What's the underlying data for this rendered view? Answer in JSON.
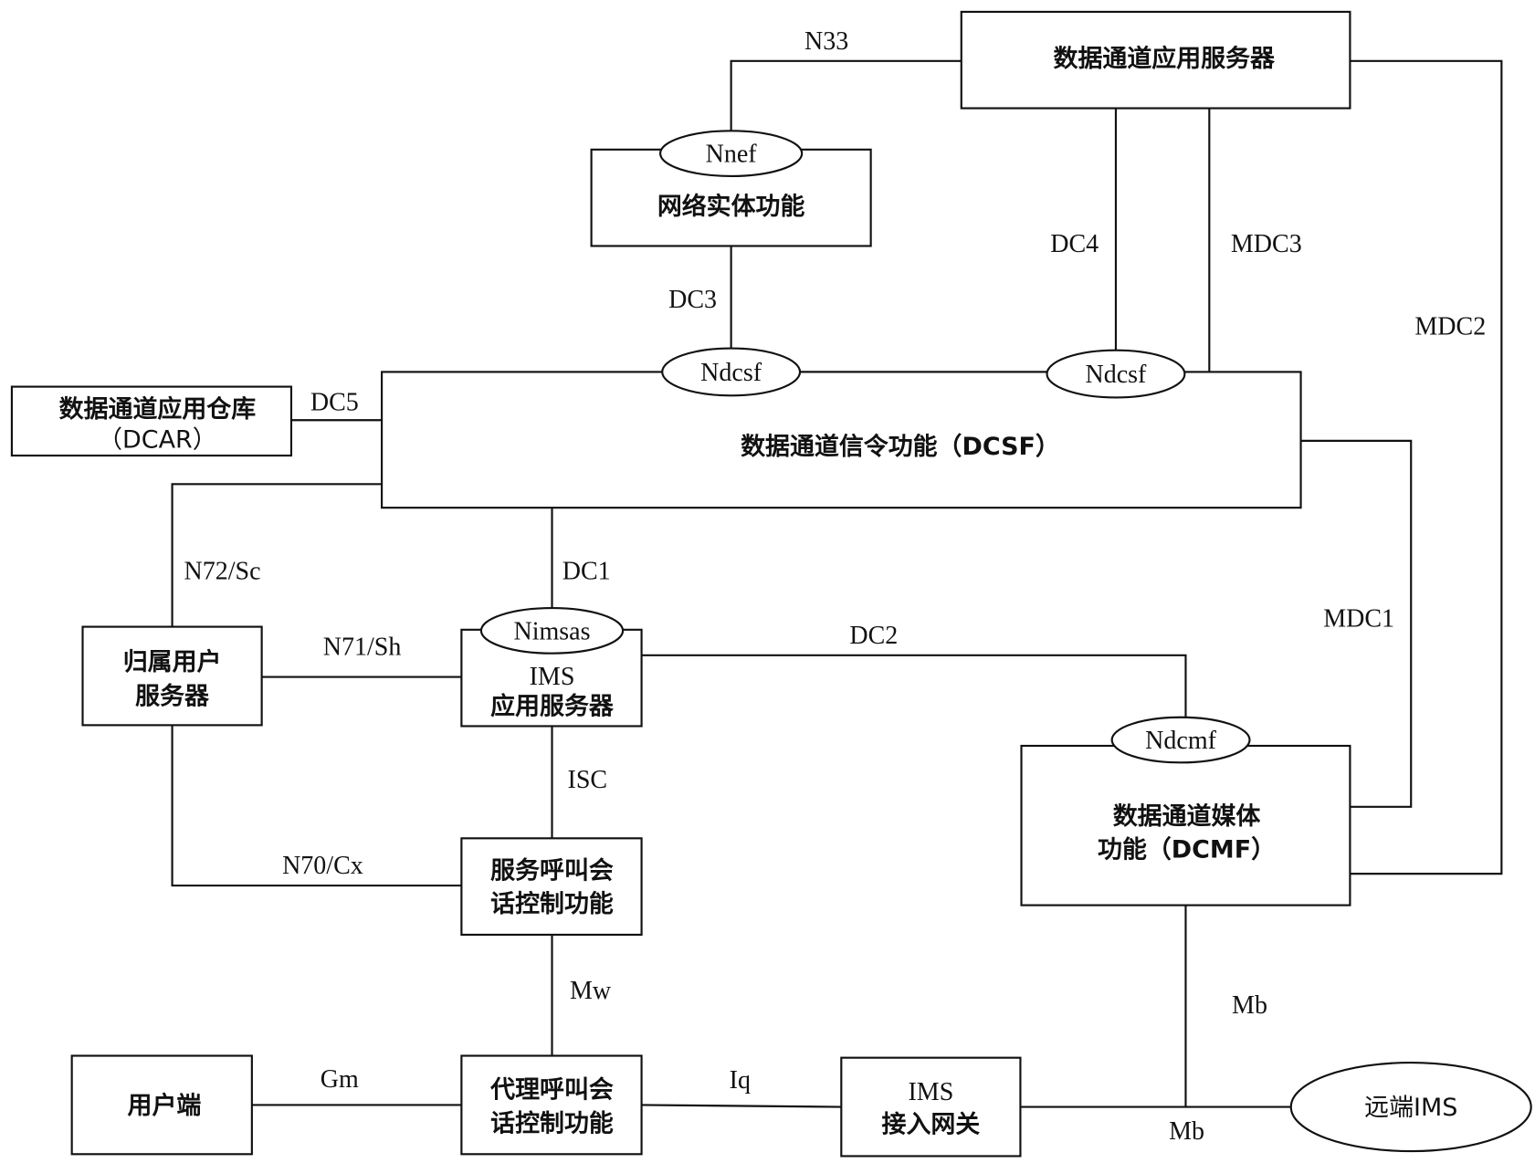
{
  "title": "数据通道 IMS 网络架构示意图",
  "nodes": {
    "dc_app_server": {
      "label": "数据通道应用服务器"
    },
    "nef": {
      "label": "网络实体功能",
      "service_interface": "Nnef"
    },
    "dcar": {
      "line1": "数据通道应用仓库",
      "line2": "（DCAR）"
    },
    "dcsf": {
      "label": "数据通道信令功能（DCSF）",
      "service_interface_left": "Ndcsf",
      "service_interface_right": "Ndcsf"
    },
    "hss": {
      "line1": "归属用户",
      "line2": "服务器"
    },
    "ims_as": {
      "line1": "IMS",
      "line2": "应用服务器",
      "service_interface": "Nimsas"
    },
    "dcmf": {
      "line1": "数据通道媒体",
      "line2": "功能（DCMF）",
      "service_interface": "Ndcmf"
    },
    "scscf": {
      "line1": "服务呼叫会",
      "line2": "话控制功能"
    },
    "pcscf": {
      "line1": "代理呼叫会",
      "line2": "话控制功能"
    },
    "ue": {
      "label": "用户端"
    },
    "ims_agw": {
      "line1": "IMS",
      "line2": "接入网关"
    },
    "remote_ims": {
      "label": "远端IMS"
    }
  },
  "interfaces": {
    "n33": "N33",
    "dc3": "DC3",
    "dc4": "DC4",
    "mdc3": "MDC3",
    "mdc2": "MDC2",
    "dc5": "DC5",
    "n72_sc": "N72/Sc",
    "dc1": "DC1",
    "mdc1": "MDC1",
    "n71_sh": "N71/Sh",
    "dc2": "DC2",
    "isc": "ISC",
    "n70_cx": "N70/Cx",
    "mw": "Mw",
    "gm": "Gm",
    "iq": "Iq",
    "mb_vertical": "Mb",
    "mb_horizontal": "Mb"
  }
}
